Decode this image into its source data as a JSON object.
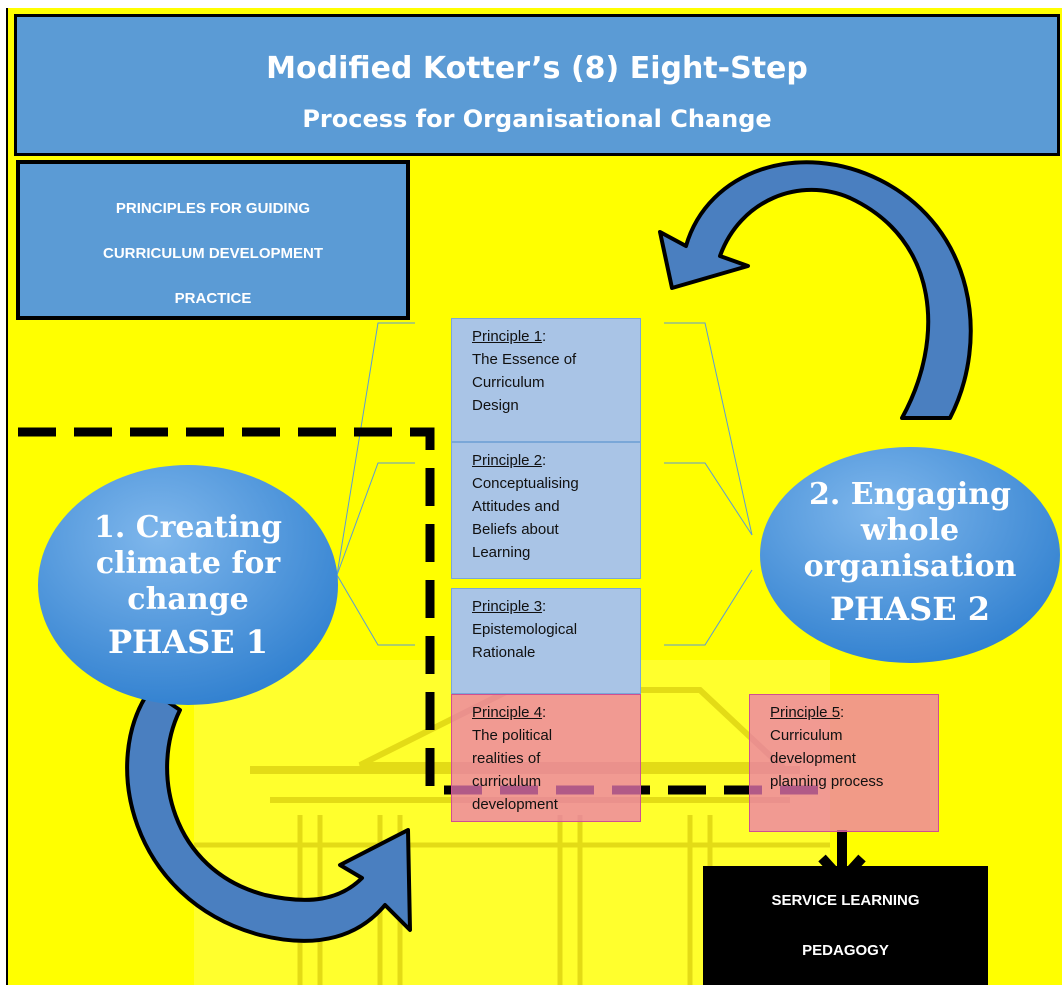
{
  "title": {
    "line1": "Modified Kotter’s (8) Eight-Step",
    "line2": "Process for Organisational Change"
  },
  "principles_header": {
    "line1": "PRINCIPLES FOR GUIDING",
    "line2": "CURRICULUM DEVELOPMENT",
    "line3": "PRACTICE"
  },
  "phase1": {
    "line1": "1.  Creating",
    "line2": "climate for",
    "line3": "change",
    "label": "PHASE 1"
  },
  "phase2": {
    "line1": "2.  Engaging",
    "line2": "whole",
    "line3": "organisation",
    "label": "PHASE 2"
  },
  "principles": [
    {
      "num": "Principle 1",
      "lines": [
        "The Essence of",
        "Curriculum",
        "Design"
      ]
    },
    {
      "num": "Principle 2",
      "lines": [
        "Conceptualising",
        "Attitudes and",
        "Beliefs about",
        "Learning"
      ]
    },
    {
      "num": "Principle 3",
      "lines": [
        "Epistemological",
        "Rationale"
      ]
    },
    {
      "num": "Principle 4",
      "lines": [
        "The political",
        "realities of",
        "curriculum",
        "development"
      ]
    },
    {
      "num": "Principle 5",
      "lines": [
        "Curriculum",
        "development",
        "planning process"
      ]
    }
  ],
  "service_learning": {
    "line1": "SERVICE LEARNING",
    "line2": "PEDAGOGY"
  },
  "colors": {
    "background": "#ffff00",
    "title_blue": "#5b9bd5",
    "principle_blue": "#a9c4e6",
    "principle_pink": "#ec78b4",
    "ellipse_blue": "#4a8fd4",
    "arrow_blue": "#4a7fc0"
  }
}
